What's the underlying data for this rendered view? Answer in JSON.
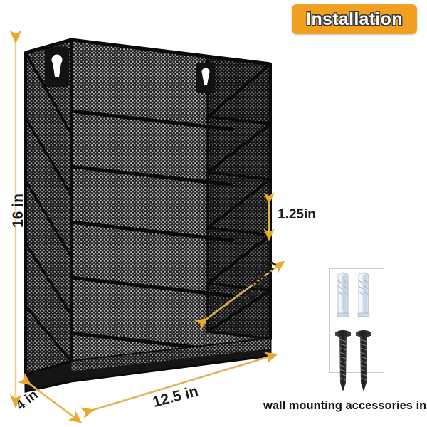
{
  "badge": {
    "label": "Installation",
    "background_color": "#f0a01e",
    "text_color": "#ffffff"
  },
  "product": {
    "name": "wall-mounted hanging file organizer",
    "material": "black metal mesh",
    "pocket_count": 5,
    "color": "#1a1a1a"
  },
  "dimensions": {
    "height": "16 in",
    "depth": "4 in",
    "width": "12.5 in",
    "pocket_depth": "6.25 in",
    "pocket_lip": "1.25in",
    "arrow_color": "#e8b34a"
  },
  "accessories": {
    "caption": "wall mounting accessories included",
    "anchor_count": 2,
    "screw_count": 2,
    "anchor_color": "#d3dee8",
    "screw_color": "#2b2b2b"
  }
}
